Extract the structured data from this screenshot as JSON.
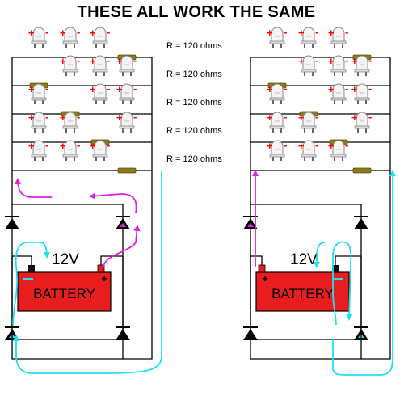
{
  "title": "THESE ALL WORK THE SAME",
  "resistor_labels": [
    "R = 120 ohms",
    "R = 120 ohms",
    "R = 120 ohms",
    "R = 120 ohms",
    "R = 120 ohms"
  ],
  "battery": {
    "label": "BATTERY",
    "voltage": "12V",
    "plus": "+",
    "minus": "−"
  },
  "led_signs": {
    "plus": "+",
    "minus": "-"
  },
  "colors": {
    "wire": "#000000",
    "resistor": "#8b7a1a",
    "battery": "#e81e1e",
    "current_positive": "#e020e0",
    "current_negative": "#20e0f0",
    "led_body": "#f4f4f4",
    "sign_red": "#ff0000"
  },
  "icons": [
    "led-icon",
    "resistor-icon",
    "diode-icon",
    "battery-icon",
    "current-arrow-icon"
  ],
  "rows": [
    [
      "led",
      "led",
      "led",
      "res"
    ],
    [
      "res",
      "led",
      "led",
      "led"
    ],
    [
      "led",
      "res",
      "led",
      "led"
    ],
    [
      "led",
      "led",
      "res",
      "led"
    ],
    [
      "led",
      "led",
      "led",
      "res"
    ]
  ]
}
